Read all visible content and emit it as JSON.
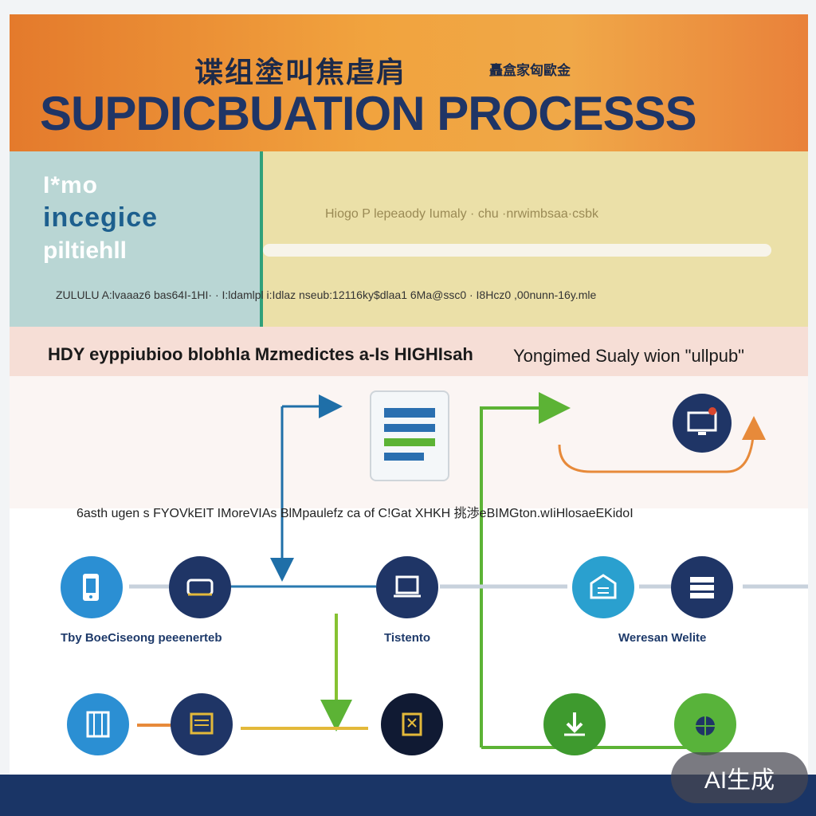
{
  "banner": {
    "title_cn": "谍组塗叫焦虐肩",
    "title_cn_small": "矗盒家匈歐金",
    "title_en": "SUPDICBUATION PROCESSS"
  },
  "intro": {
    "left_line1": "I*mo",
    "left_line2": "incegice",
    "left_line3": "piltiehll",
    "right_text": "Hiogo P lepeaody Iumaly · chu ·nrwimbsaa·csbk",
    "description": "ZULULU A:lvaaaz6 bas64I-1HI· · I:ldamlpl i:Idlaz nseub:12116ky$dlaa1 6Ma@ssc0 · I8Hcz0 ,00nunn-16y.mle"
  },
  "headings": {
    "left": "HDY eyppiubioo blobhla Mzmedictes a-Is HIGHIsah",
    "right": "Yongimed Sualy wion \"ullpub\""
  },
  "flow": {
    "caption": "6asth ugen s FYOVkEIT IMoreVIAs BlMpaulefz ca of C!Gat XHKH 挑渉eBIMGton.wIiHlosaeEKidoI"
  },
  "nodes": [
    {
      "name": "phone",
      "label": ""
    },
    {
      "name": "processing",
      "label": "Tby BoeCiseong peeenerteb"
    },
    {
      "name": "system",
      "label": "Tistento"
    },
    {
      "name": "building",
      "label": ""
    },
    {
      "name": "warehouse",
      "label": "Weresan Welite"
    }
  ],
  "badge": {
    "text": "AI生成"
  },
  "colors": {
    "navy": "#1f3566",
    "blue": "#2a7ab0",
    "green": "#5cb335",
    "orange": "#e78a3a",
    "teal": "#2fa07a"
  }
}
